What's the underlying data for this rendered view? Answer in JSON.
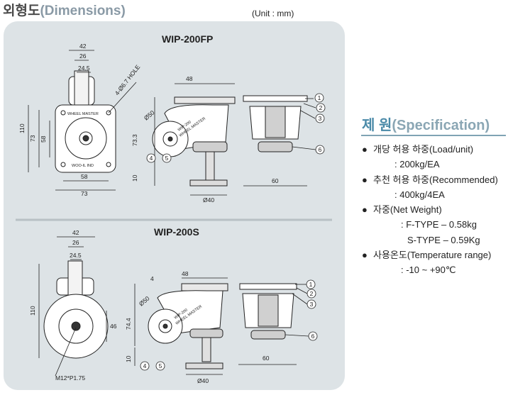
{
  "header": {
    "title_ko": "외형도",
    "title_en": "(Dimensions)",
    "unit": "(Unit : mm)"
  },
  "models": {
    "top": "WIP-200FP",
    "bottom": "WIP-200S"
  },
  "plate_text": {
    "wheel_master": "WHEEL MASTER",
    "brand": "WOO-IL IND",
    "side_model": "WIP-200",
    "side_brand": "WHEEL MASTER"
  },
  "dims_top": {
    "w42": "42",
    "w26": "26",
    "w245": "24.5",
    "hole": "4-Ø6.7 HOLE",
    "h110": "110",
    "h73": "73",
    "h58": "58",
    "b58": "58",
    "b73": "73",
    "w48": "48",
    "d50": "Ø50",
    "h733": "73.3",
    "h10": "10",
    "d40": "Ø40",
    "w60": "60"
  },
  "dims_bot": {
    "w42": "42",
    "w26": "26",
    "w245": "24.5",
    "h110": "110",
    "h46": "46",
    "thread": "M12*P1.75",
    "t4": "4",
    "w48": "48",
    "d50": "Ø50",
    "h744": "74.4",
    "h10": "10",
    "d40": "Ø40",
    "w60": "60"
  },
  "callouts": [
    "1",
    "2",
    "3",
    "4",
    "5",
    "6"
  ],
  "spec": {
    "title_ko": "제 원",
    "title_en": "(Specification)",
    "load_label": "개당 허용 하중(Load/unit)",
    "load_value": ": 200kg/EA",
    "rec_label": "추천 허용 하중(Recommended)",
    "rec_value": ": 400kg/4EA",
    "weight_label": "자중(Net Weight)",
    "weight_f": ": F-TYPE – 0.58kg",
    "weight_s": "S-TYPE – 0.59Kg",
    "temp_label": "사용온도(Temperature range)",
    "temp_value": ": -10 ~ +90℃"
  },
  "colors": {
    "panel": "#dde3e6",
    "header_en": "#8a9aa6",
    "spec_ko": "#4a8aa8",
    "spec_en": "#8aa6b4"
  }
}
